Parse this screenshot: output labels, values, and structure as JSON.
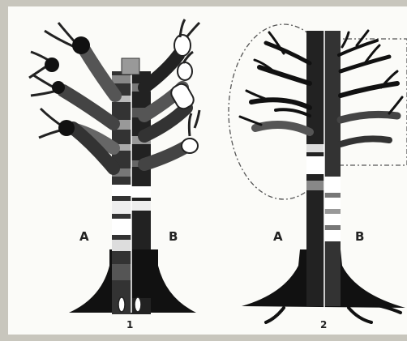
{
  "figure": {
    "tree1": {
      "caption": "1",
      "left_label": "A",
      "right_label": "B"
    },
    "tree2": {
      "caption": "2",
      "left_label": "A",
      "right_label": "B"
    }
  },
  "colors": {
    "background": "#c8c6bd",
    "paper": "#fbfbf8",
    "ink": "#111111",
    "band_dark": "#2a2a2a",
    "band_mid": "#777777",
    "band_light": "#bdbdbd"
  }
}
